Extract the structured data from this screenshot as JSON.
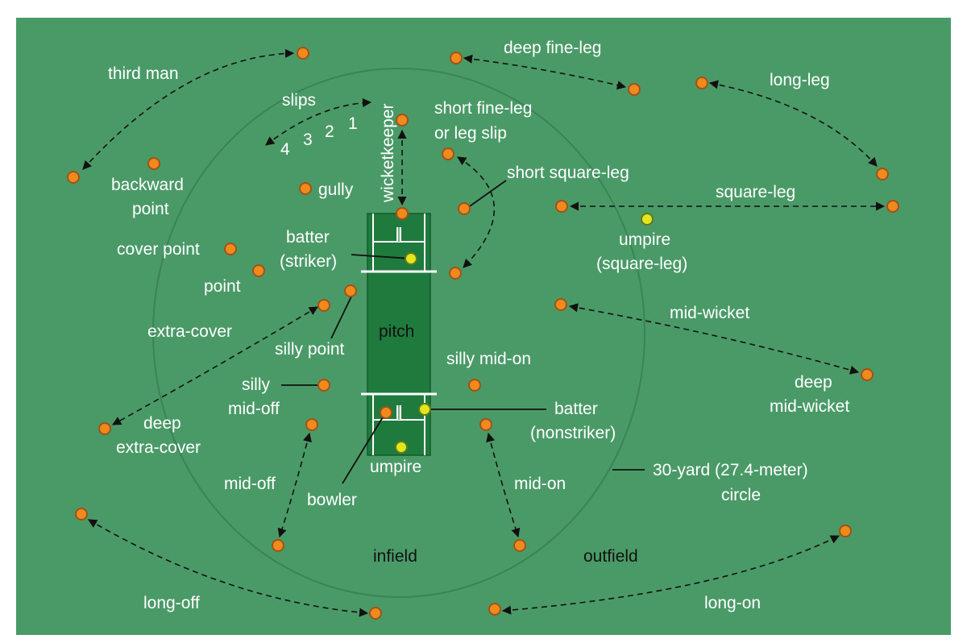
{
  "colors": {
    "field": "#4a9a67",
    "circle": "#3f8a5c",
    "pitch": "#1f7a3e",
    "fielder": "#f08a1c",
    "batter_umpire": "#e3e51e"
  },
  "labels": {
    "third_man": "third man",
    "slips": "slips",
    "slip_1": "1",
    "slip_2": "2",
    "slip_3": "3",
    "slip_4": "4",
    "wicketkeeper": "wicketkeeper",
    "deep_fine_leg": "deep fine-leg",
    "short_fine_leg_1": "short fine-leg",
    "short_fine_leg_2": "or leg slip",
    "long_leg": "long-leg",
    "short_square_leg": "short square-leg",
    "square_leg": "square-leg",
    "umpire_sq_1": "umpire",
    "umpire_sq_2": "(square-leg)",
    "backward_point_1": "backward",
    "backward_point_2": "point",
    "gully": "gully",
    "cover_point": "cover point",
    "point": "point",
    "batter_striker_1": "batter",
    "batter_striker_2": "(striker)",
    "pitch": "pitch",
    "extra_cover": "extra-cover",
    "silly_point": "silly point",
    "silly_mid_off_1": "silly",
    "silly_mid_off_2": "mid-off",
    "silly_mid_on": "silly mid-on",
    "mid_wicket": "mid-wicket",
    "deep_mid_wicket_1": "deep",
    "deep_mid_wicket_2": "mid-wicket",
    "batter_ns_1": "batter",
    "batter_ns_2": "(nonstriker)",
    "deep_extra_cover_1": "deep",
    "deep_extra_cover_2": "extra-cover",
    "umpire": "umpire",
    "circle_1": "30-yard (27.4-meter)",
    "circle_2": "circle",
    "mid_off": "mid-off",
    "bowler": "bowler",
    "mid_on": "mid-on",
    "infield": "infield",
    "outfield": "outfield",
    "long_off": "long-off",
    "long_on": "long-on"
  }
}
